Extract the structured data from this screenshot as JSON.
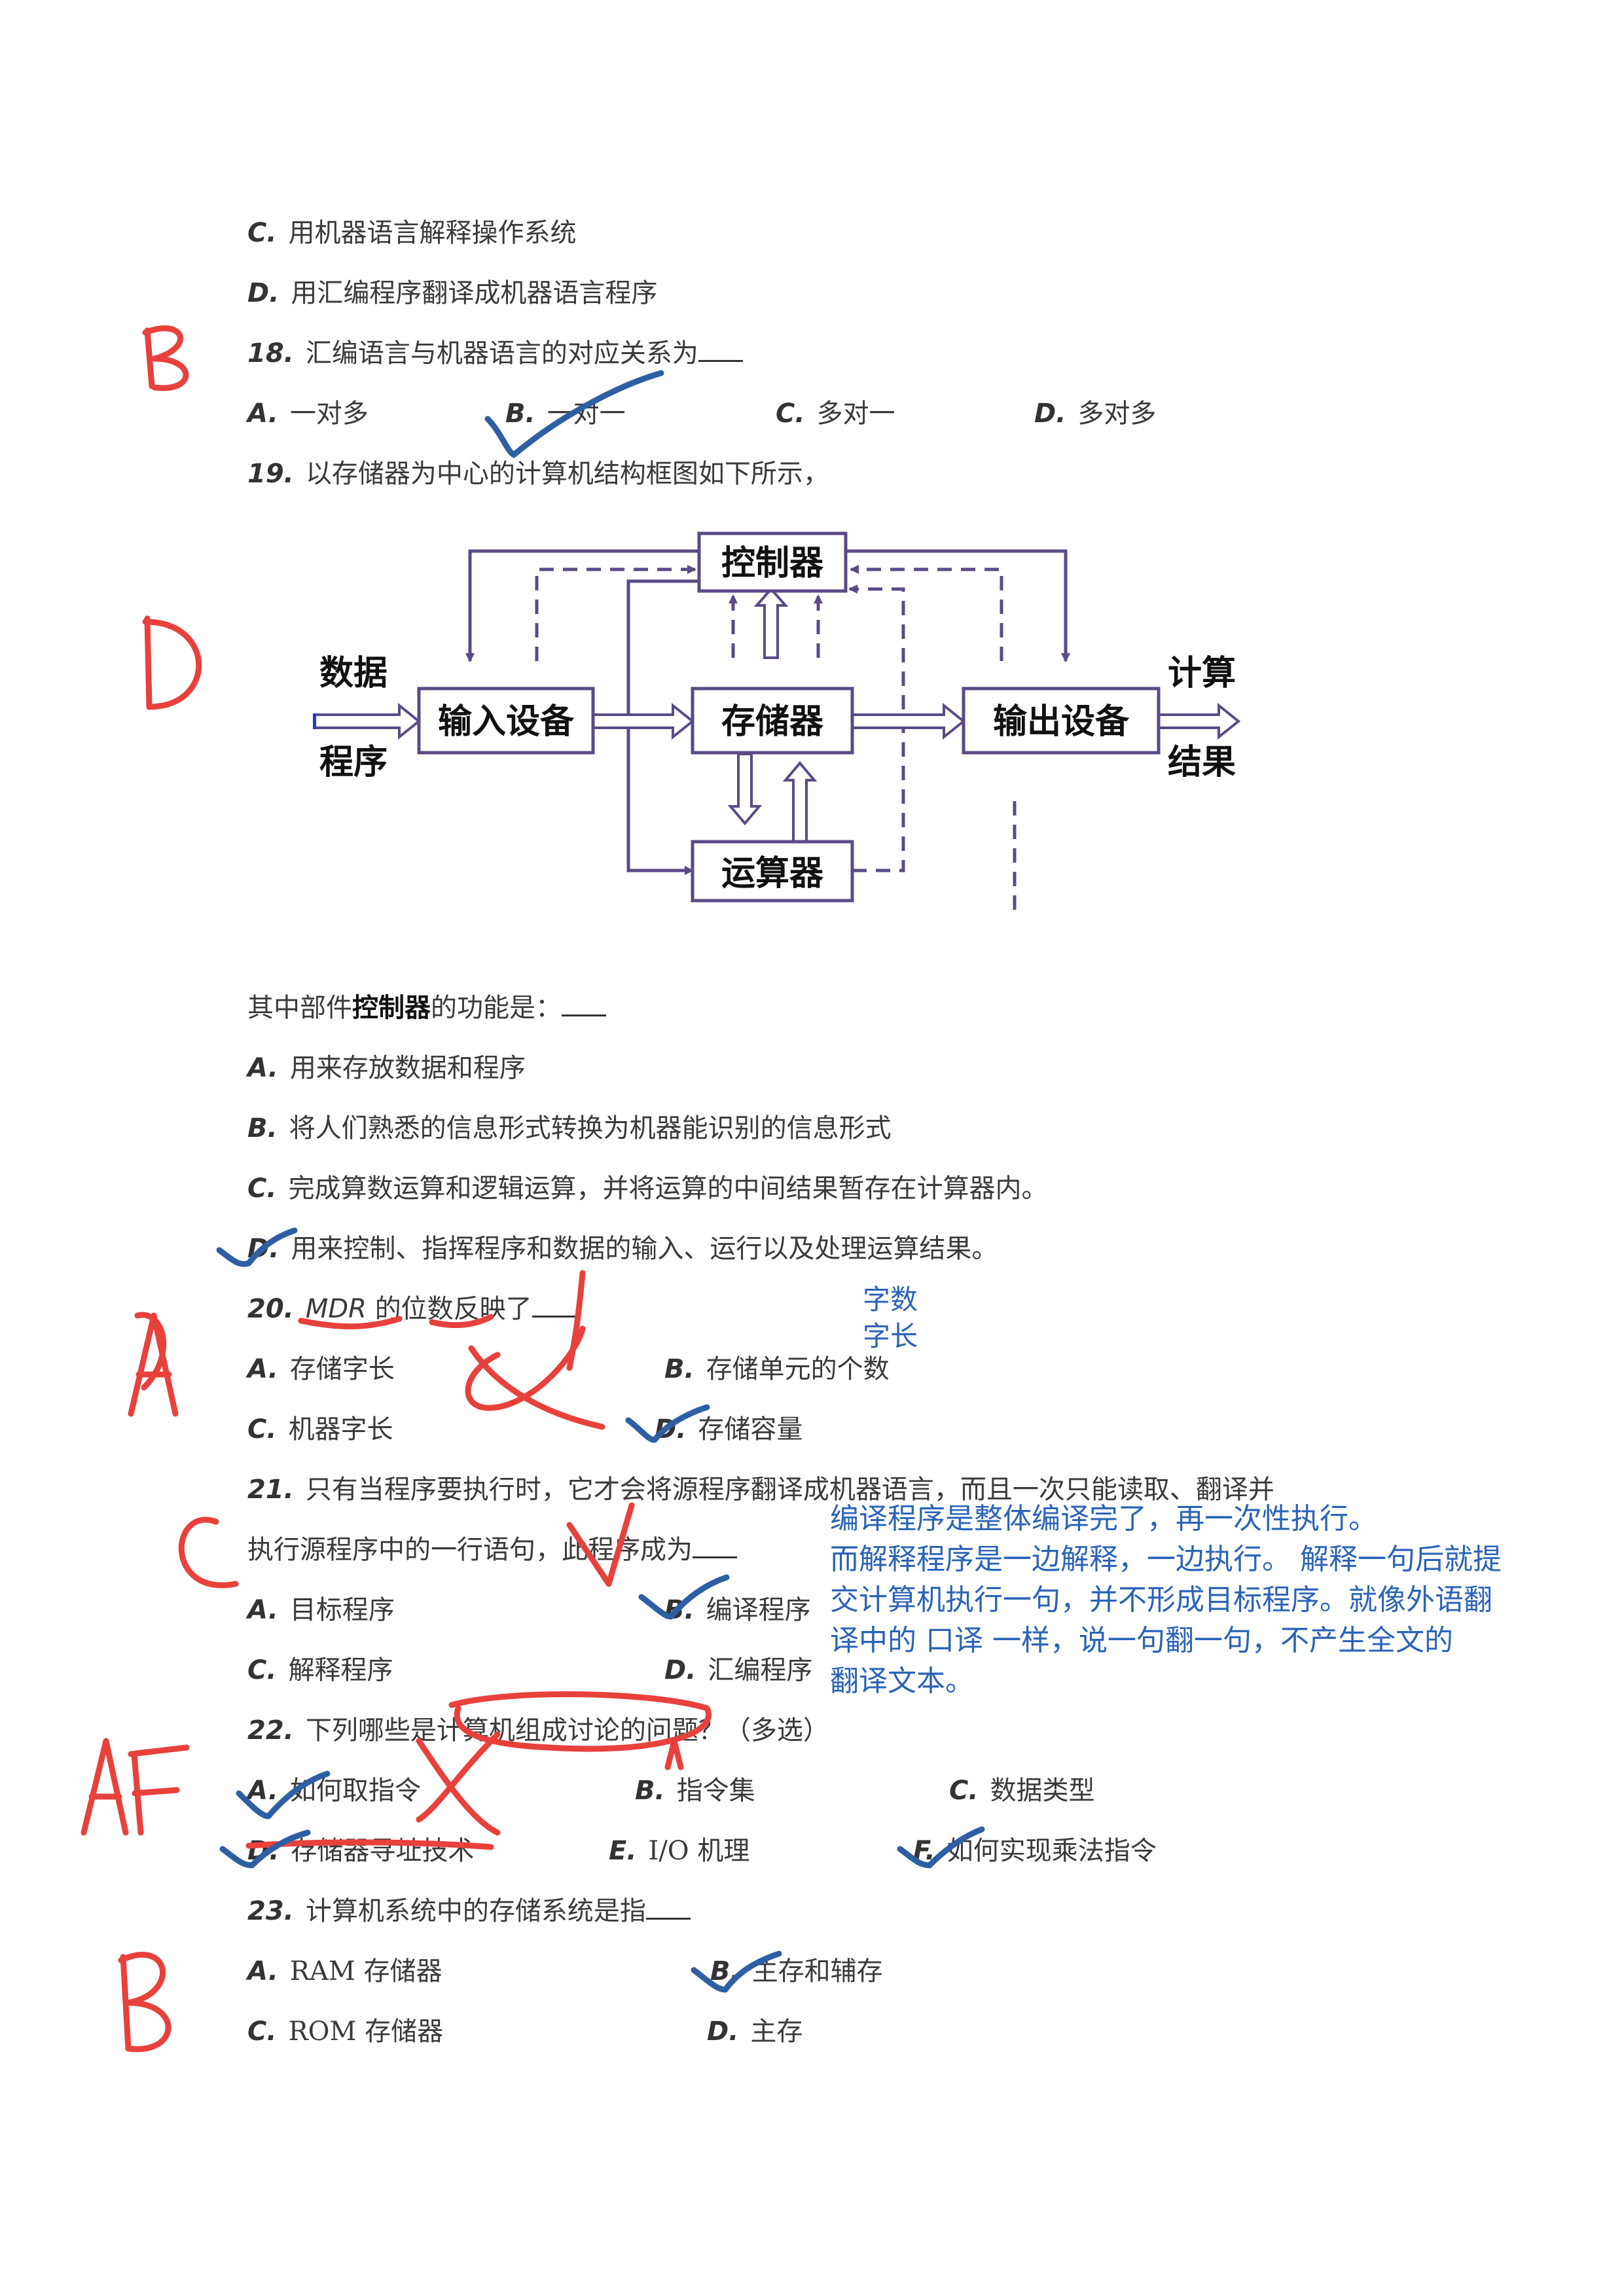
{
  "q17": {
    "opt_c": {
      "label": "C.",
      "text": "用机器语言解释操作系统"
    },
    "opt_d": {
      "label": "D.",
      "text": "用汇编程序翻译成机器语言程序"
    }
  },
  "q18": {
    "num": "18.",
    "stem": "汇编语言与机器语言的对应关系为",
    "options": [
      {
        "label": "A.",
        "text": "一对多"
      },
      {
        "label": "B.",
        "text": "一对一"
      },
      {
        "label": "C.",
        "text": "多对一"
      },
      {
        "label": "D.",
        "text": "多对多"
      }
    ],
    "handwritten_answer": "B"
  },
  "q19": {
    "num": "19.",
    "stem": "以存储器为中心的计算机结构框图如下所示，",
    "diagram": {
      "controller": "控制器",
      "input": "输入设备",
      "memory": "存储器",
      "output": "输出设备",
      "alu": "运算器",
      "in_label_1": "数据",
      "in_label_2": "程序",
      "out_label_1": "计算",
      "out_label_2": "结果"
    },
    "question_pre": "其中部件",
    "question_bold": "控制器",
    "question_post": "的功能是：",
    "options": [
      {
        "label": "A.",
        "text": "用来存放数据和程序"
      },
      {
        "label": "B.",
        "text": "将人们熟悉的信息形式转换为机器能识别的信息形式"
      },
      {
        "label": "C.",
        "text": "完成算数运算和逻辑运算，并将运算的中间结果暂存在计算器内。"
      },
      {
        "label": "D.",
        "text": "用来控制、指挥程序和数据的输入、运行以及处理运算结果。"
      }
    ],
    "handwritten_answer": "D"
  },
  "q20": {
    "num": "20.",
    "stem_mdr": "MDR",
    "stem_a": "的位数",
    "stem_b": "反映了",
    "options": [
      {
        "label": "A.",
        "text": "存储字长"
      },
      {
        "label": "B.",
        "text": "存储单元的个数"
      },
      {
        "label": "C.",
        "text": "机器字长"
      },
      {
        "label": "D.",
        "text": "存储容量"
      }
    ],
    "note_1": "字数",
    "note_2": "字长",
    "handwritten_answer": "A"
  },
  "q21": {
    "num": "21.",
    "stem_1": "只有当程序要执行时，它才会将源程序翻译成机器语言，而且一次只能读取、翻译并",
    "stem_2": "执行源程序中的一行语句，此程序成为",
    "options": [
      {
        "label": "A.",
        "text": "目标程序"
      },
      {
        "label": "B.",
        "text": "编译程序"
      },
      {
        "label": "C.",
        "text": "解释程序"
      },
      {
        "label": "D.",
        "text": "汇编程序"
      }
    ],
    "note_lines": [
      "编译程序是整体编译完了，再一次性执行。",
      "而解释程序是一边解释，一边执行。  解释一句后就提",
      "交计算机执行一句，并不形成目标程序。就像外语翻",
      "译中的   口译   一样，说一句翻一句，不产生全文的",
      "翻译文本。"
    ],
    "handwritten_answer": "C"
  },
  "q22": {
    "num": "22.",
    "stem_a": "下列哪些是",
    "stem_b": "计算机组成讨论",
    "stem_c": "的问题？（多选）",
    "options": [
      {
        "label": "A.",
        "text": "如何取指令"
      },
      {
        "label": "B.",
        "text": "指令集"
      },
      {
        "label": "C.",
        "text": "数据类型"
      },
      {
        "label": "D.",
        "text": "存储器寻址技术"
      },
      {
        "label": "E.",
        "text": "I/O 机理"
      },
      {
        "label": "F.",
        "text": "如何实现乘法指令"
      }
    ],
    "handwritten_answer": "AF"
  },
  "q23": {
    "num": "23.",
    "stem": "计算机系统中的存储系统是指",
    "options": [
      {
        "label": "A.",
        "text": "RAM 存储器"
      },
      {
        "label": "B.",
        "text": "主存和辅存"
      },
      {
        "label": "C.",
        "text": "ROM 存储器"
      },
      {
        "label": "D.",
        "text": "主存"
      }
    ],
    "handwritten_answer": "B"
  },
  "colors": {
    "ink_red": "#e8413c",
    "ink_blue": "#2f5fa3",
    "note_blue": "#2b63b8",
    "diagram_stroke": "#5b4a86"
  }
}
